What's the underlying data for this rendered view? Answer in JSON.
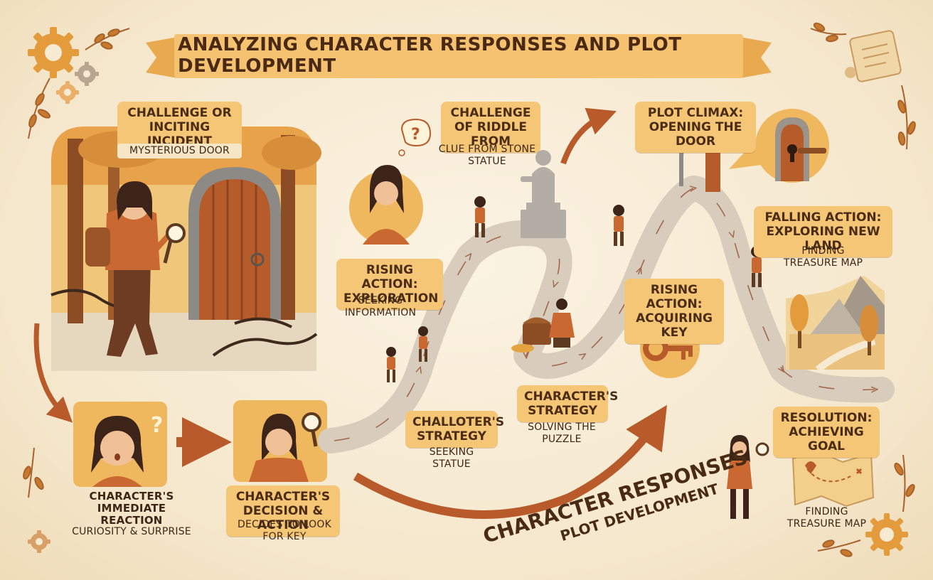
{
  "title": "ANALYZING CHARACTER RESPONSES AND PLOT DEVELOPMENT",
  "stages": {
    "inciting": {
      "label": "CHALLENGE OR INCITING INCIDENT",
      "caption": "MYSTERIOUS DOOR"
    },
    "reaction": {
      "label": "CHARACTER'S IMMEDIATE REACTION",
      "caption": "CURIOSITY & SURPRISE"
    },
    "decision": {
      "label": "CHARACTER'S DECISION & ACTION",
      "caption": "DECIDES TO LOOK FOR KEY"
    },
    "rising_exploration": {
      "label": "RISING ACTION: EXPLORATION",
      "caption": "SEEKING INFORMATION"
    },
    "challoter_strategy": {
      "label": "CHALLOTER'S STRATEGY",
      "caption": "SEEKING STATUE"
    },
    "riddle": {
      "label": "CHALLENGE OF RIDDLE FROM",
      "caption": "CLUE FROM STONE STATUE"
    },
    "character_strategy": {
      "label": "CHARACTER'S STRATEGY",
      "caption": "SOLVING THE PUZZLE"
    },
    "climax": {
      "label": "PLOT CLIMAX: OPENING THE DOOR"
    },
    "rising_key": {
      "label": "RISING ACTION: ACQUIRING KEY"
    },
    "falling": {
      "label": "FALLING ACTION: EXPLORING NEW LAND",
      "caption": "FINDING TREASURE MAP"
    },
    "resolution": {
      "label": "RESOLUTION: ACHIEVING GOAL",
      "caption": "FINDING TREASURE MAP"
    }
  },
  "bottom_text": {
    "line1": "CHARACTER RESPONSES",
    "line2": "PLOT DEVELOPMENT"
  },
  "icons": [
    "gear-icon",
    "scroll-icon",
    "leaf-branch-icon",
    "question-mark-icon",
    "magnifying-glass-icon",
    "key-icon",
    "keyhole-icon",
    "treasure-map-icon",
    "stone-statue-icon",
    "treasure-chest-icon",
    "arched-door-icon",
    "mountain-icon",
    "tree-icon"
  ],
  "colors": {
    "background": "#f6ead3",
    "label_fill": "#f4c675",
    "accent": "#b85a2a",
    "path": "#d8cdbd",
    "text": "#4a2a14"
  }
}
